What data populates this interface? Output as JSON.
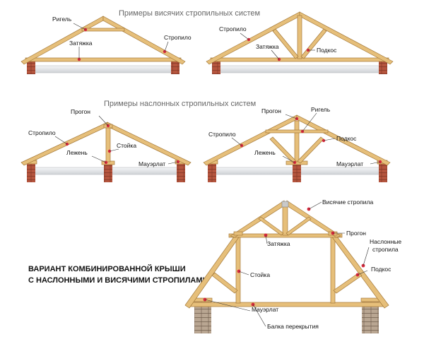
{
  "captions": {
    "hanging": "Примеры висячих стропильных систем",
    "layered": "Примеры наслонных стропильных систем",
    "combined_line1": "ВАРИАНТ КОМБИНИРОВАННОЙ КРЫШИ",
    "combined_line2": "С НАСЛОННЫМИ И ВИСЯЧИМИ СТРОПИЛАМИ"
  },
  "labels": {
    "d1": {
      "rigel": "Ригель",
      "tyazhka": "Затяжка",
      "stropilo": "Стропило"
    },
    "d2": {
      "stropilo": "Стропило",
      "tyazhka": "Затяжка",
      "podkos": "Подкос"
    },
    "d3": {
      "progon": "Прогон",
      "stropilo": "Стропило",
      "stoyka": "Стойка",
      "lezhen": "Лежень",
      "mauerlat": "Мауэрлат"
    },
    "d4": {
      "progon": "Прогон",
      "rigel": "Ригель",
      "stropilo": "Стропило",
      "podkos": "Подкос",
      "lezhen": "Лежень",
      "mauerlat": "Мауэрлат"
    },
    "d5": {
      "visyachie": "Висячие стропила",
      "progon": "Прогон",
      "naslonnye1": "Наслонные",
      "naslonnye2": "стропила",
      "tyazhka": "Затяжка",
      "podkos": "Подкос",
      "stoyka": "Стойка",
      "mauerlat": "Мауэрлат",
      "balka": "Балка перекрытия"
    }
  },
  "colors": {
    "wood": "#e6bf7a",
    "wood_edge": "#a57a3a",
    "brick": "#b5553e",
    "slab": "#e1e3e6",
    "accent": "#d6283c"
  }
}
